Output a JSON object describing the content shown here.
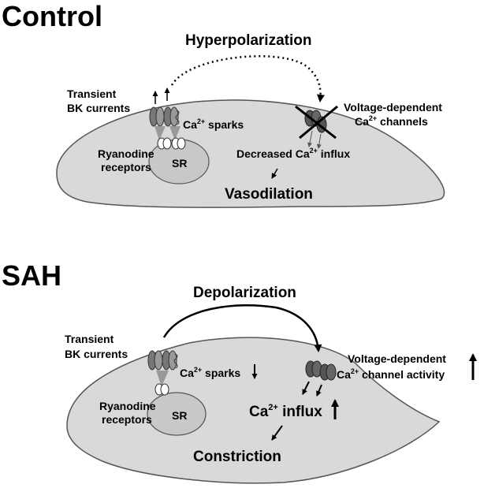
{
  "control": {
    "title": "Control",
    "arrow_label": "Hyperpolarization",
    "bk_label_1": "Transient",
    "bk_label_2": "BK currents",
    "sparks_ca": "Ca",
    "sparks_sup": "2+",
    "sparks_rest": " sparks",
    "ryr_label_1": "Ryanodine",
    "ryr_label_2": "receptors",
    "sr_label": "SR",
    "vdcc_label_1": "Voltage-dependent",
    "vdcc_label_2_ca": "Ca",
    "vdcc_label_2_sup": "2+",
    "vdcc_label_2_rest": " channels",
    "influx_pre": "Decreased Ca",
    "influx_sup": "2+",
    "influx_rest": " influx",
    "outcome": "Vasodilation"
  },
  "sah": {
    "title": "SAH",
    "arrow_label": "Depolarization",
    "bk_label_1": "Transient",
    "bk_label_2": "BK currents",
    "sparks_ca": "Ca",
    "sparks_sup": "2+",
    "sparks_rest": " sparks",
    "ryr_label_1": "Ryanodine",
    "ryr_label_2": "receptors",
    "sr_label": "SR",
    "vdcc_label_1": "Voltage-dependent",
    "vdcc_label_2_ca": "Ca",
    "vdcc_label_2_sup": "2+",
    "vdcc_label_2_rest": " channel activity",
    "influx_ca": "Ca",
    "influx_sup": "2+",
    "influx_rest": " influx",
    "outcome": "Constriction"
  },
  "colors": {
    "cell_fill": "#d9d9d9",
    "sr_fill": "#c8c8c8",
    "outline": "#555555",
    "channel": "#6b6b6b"
  }
}
